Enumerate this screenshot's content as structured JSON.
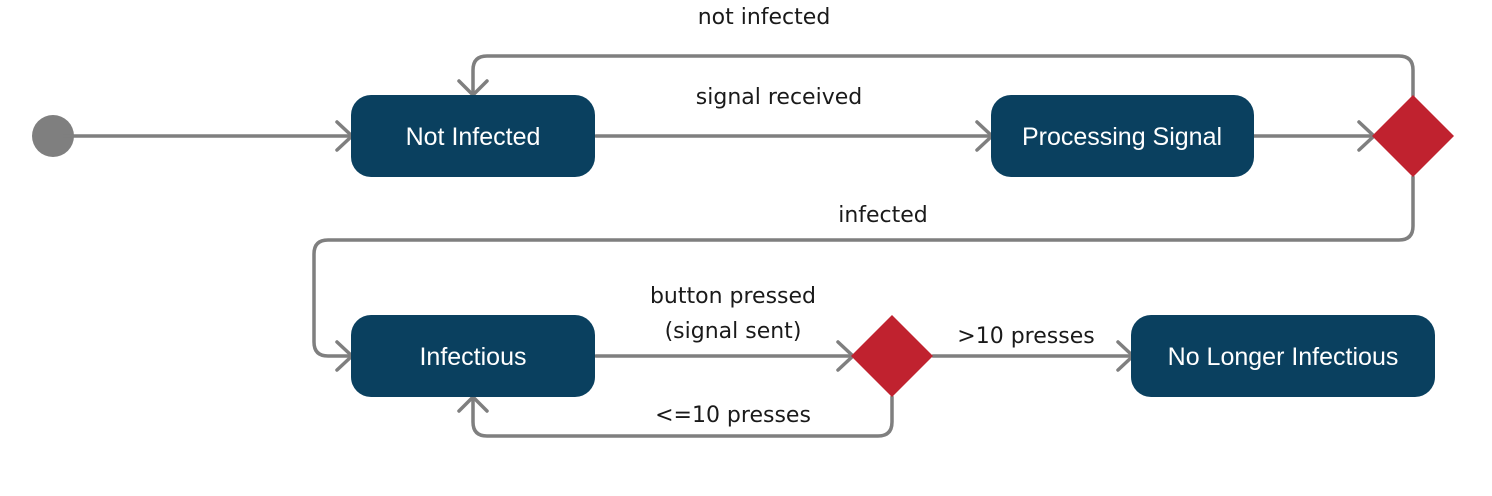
{
  "colors": {
    "state_fill": "#0a405f",
    "state_text": "#ffffff",
    "decision_fill": "#c0222f",
    "edge": "#7f7f7f",
    "initial_node": "#7f7f7f",
    "label_text": "#1a1a1a"
  },
  "states": {
    "not_infected": "Not Infected",
    "processing_signal": "Processing Signal",
    "infectious": "Infectious",
    "no_longer_infectious": "No Longer Infectious"
  },
  "transitions": {
    "not_infected_label": "not infected",
    "signal_received_label": "signal received",
    "infected_label": "infected",
    "button_pressed_line1": "button pressed",
    "button_pressed_line2": "(signal sent)",
    "greater_than_10_label": ">10 presses",
    "less_equal_10_label": "<=10 presses"
  }
}
